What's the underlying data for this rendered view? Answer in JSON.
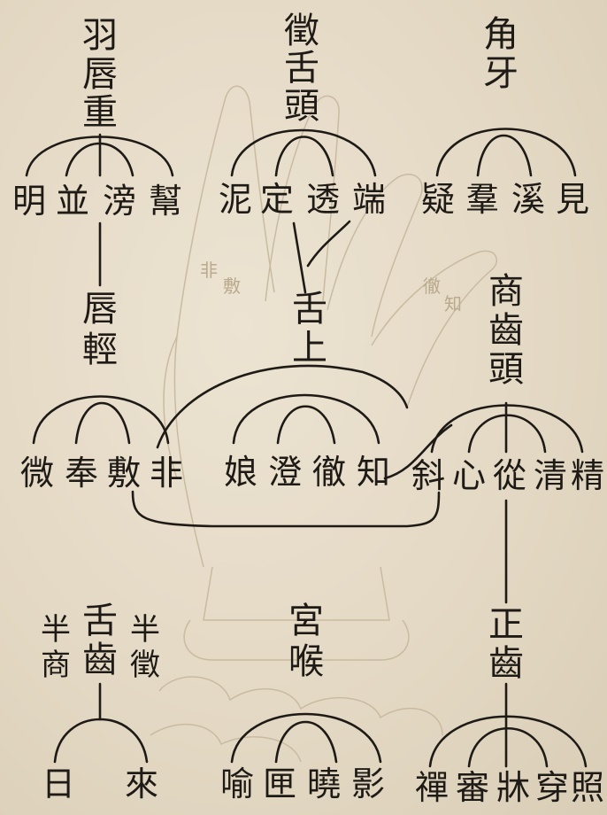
{
  "groups": {
    "yu": {
      "label": [
        "羽",
        "唇",
        "重"
      ],
      "initials": [
        "明",
        "並",
        "滂",
        "幫"
      ]
    },
    "zhi_tongue_head": {
      "label": [
        "徵",
        "舌",
        "頭"
      ],
      "initials": [
        "泥",
        "定",
        "透",
        "端"
      ]
    },
    "jiao": {
      "label": [
        "角",
        "牙"
      ],
      "initials": [
        "疑",
        "羣",
        "溪",
        "見"
      ]
    },
    "lip_light": {
      "label": [
        "唇",
        "輕"
      ],
      "initials": [
        "微",
        "奉",
        "敷",
        "非"
      ]
    },
    "tongue_upper": {
      "label": [
        "舌",
        "上"
      ],
      "initials": [
        "娘",
        "澄",
        "徹",
        "知"
      ]
    },
    "shang_tooth_head": {
      "label": [
        "商",
        "齒",
        "頭"
      ],
      "initials": [
        "斜",
        "心",
        "從",
        "清",
        "精"
      ]
    },
    "half": {
      "left": [
        "半",
        "商"
      ],
      "center": [
        "舌",
        "齒"
      ],
      "right": [
        "半",
        "徵"
      ],
      "initials": [
        "日",
        "來"
      ]
    },
    "gong": {
      "label": [
        "宮",
        "喉"
      ],
      "initials": [
        "喻",
        "匣",
        "曉",
        "影"
      ]
    },
    "proper_tooth": {
      "label": [
        "正",
        "齒"
      ],
      "initials": [
        "禪",
        "審",
        "牀",
        "穿",
        "照"
      ]
    }
  },
  "background_glyphs": [
    "非",
    "敷",
    "徹",
    "知"
  ],
  "colors": {
    "ink": "#1e1a16",
    "paper": "#e6dcc9",
    "ghost": "#c9bba1"
  }
}
